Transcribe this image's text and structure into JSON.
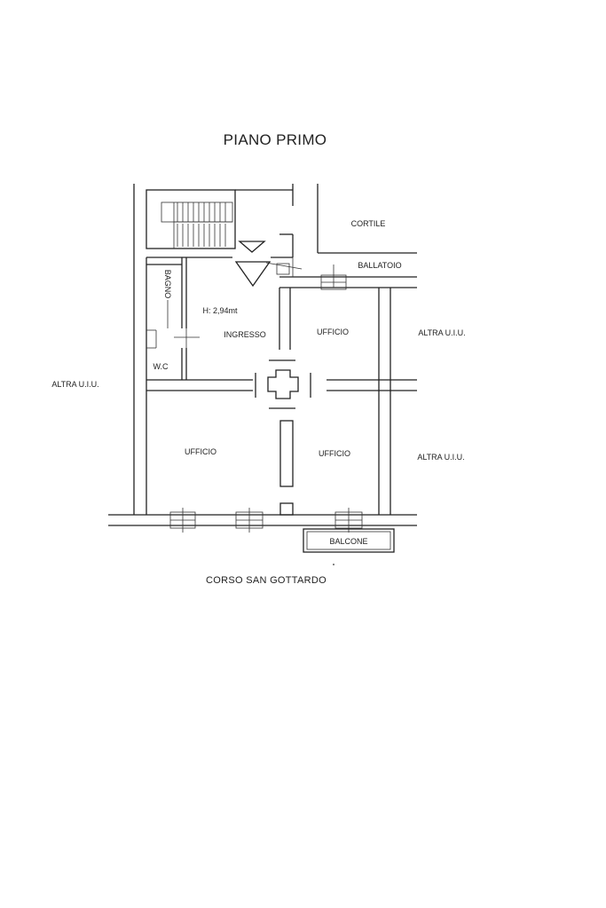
{
  "title": "PIANO PRIMO",
  "labels": {
    "cortile": "CORTILE",
    "ballatoio": "BALLATOIO",
    "bagno": "BAGNO",
    "height": "H: 2,94mt",
    "ingresso": "INGRESSO",
    "wc": "W.C",
    "ufficio_top": "UFFICIO",
    "altra_right_top": "ALTRA U.I.U.",
    "altra_left": "ALTRA U.I.U.",
    "ufficio_left": "UFFICIO",
    "ufficio_right": "UFFICIO",
    "altra_right_bottom": "ALTRA U.I.U.",
    "balcone": "BALCONE",
    "street": "CORSO SAN GOTTARDO"
  }
}
